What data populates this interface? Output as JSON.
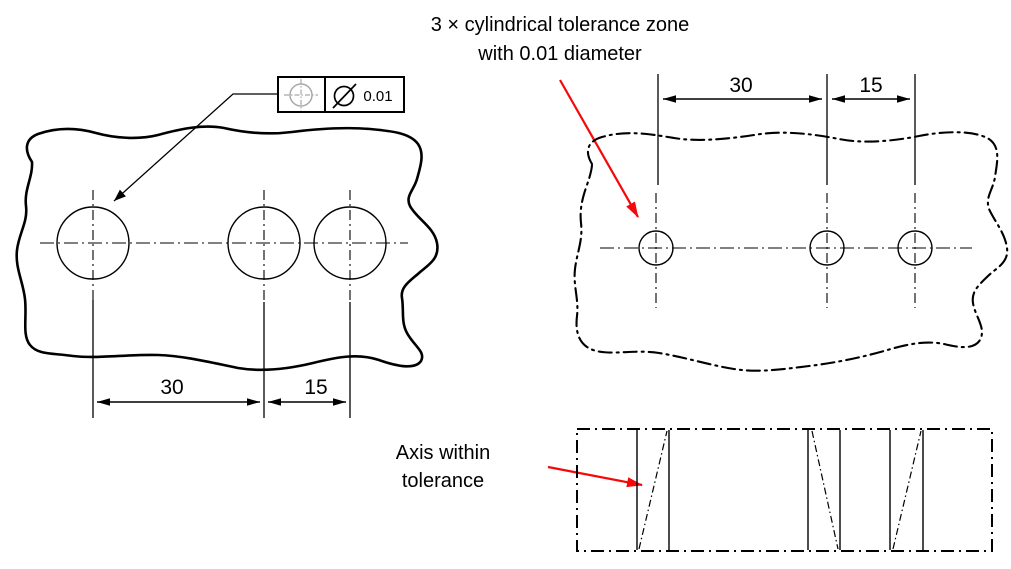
{
  "colors": {
    "ink": "#000000",
    "red": "#f60808",
    "symbol_gray": "#a8a8a8"
  },
  "annotations": {
    "tolerance_note_line1": "3 × cylindrical tolerance zone",
    "tolerance_note_line2": "with 0.01 diameter",
    "axis_note_line1": "Axis within",
    "axis_note_line2": "tolerance"
  },
  "feature_control_frame": {
    "geometric_symbol": "position-symbol",
    "diameter_symbol": "diameter-symbol",
    "diameter_value": "0.01"
  },
  "front_view": {
    "hole_count": 3,
    "hole_spacing_1": "30",
    "hole_spacing_2": "15"
  },
  "tolerance_view": {
    "zone_count": 3,
    "hole_spacing_1": "30",
    "hole_spacing_2": "15"
  }
}
